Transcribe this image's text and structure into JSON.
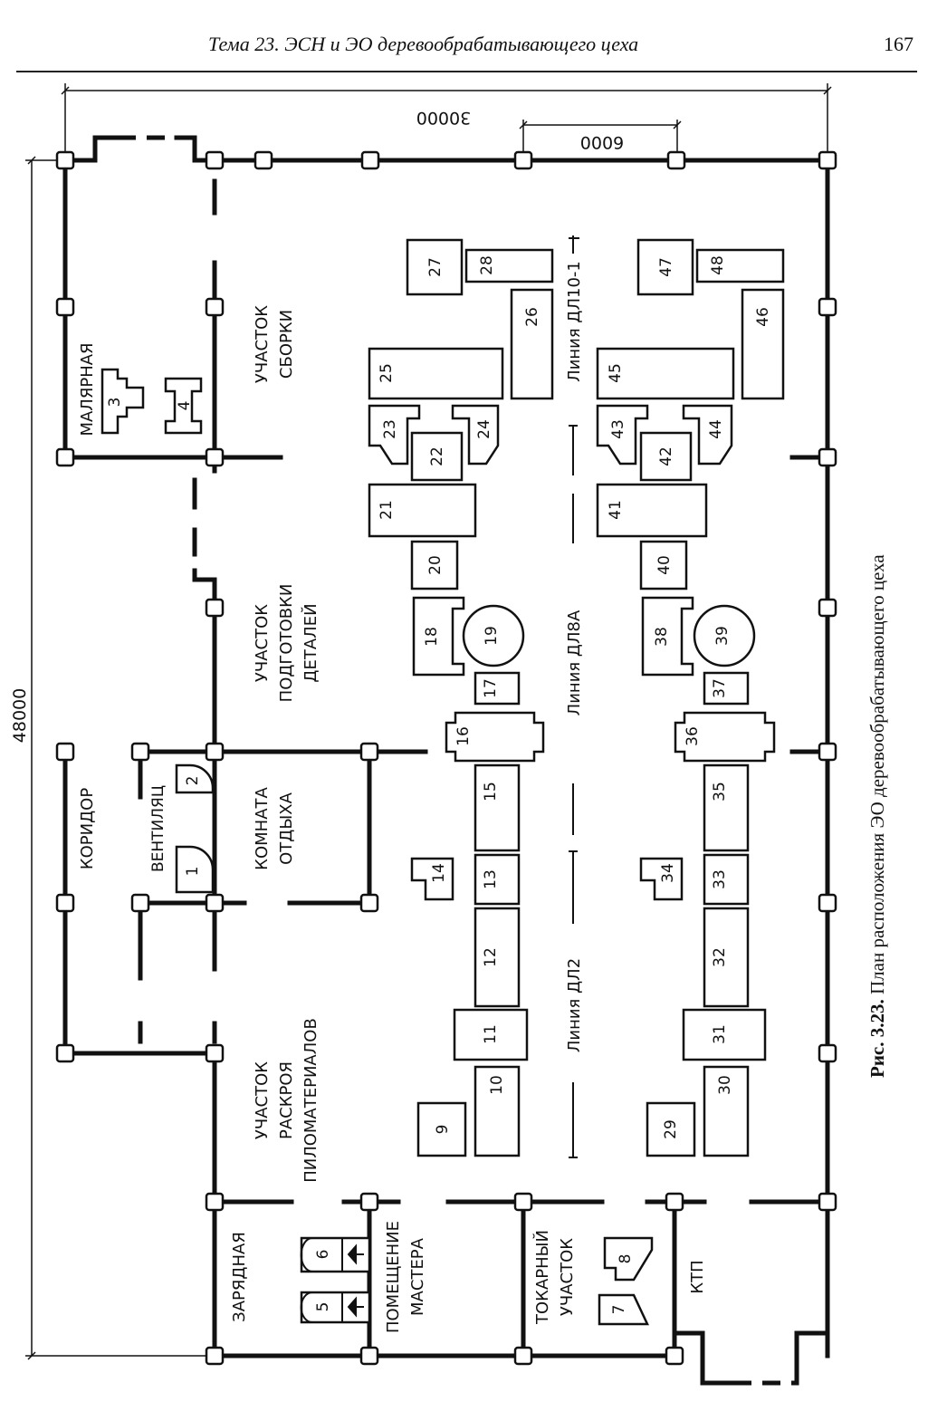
{
  "header": {
    "running_title": "Тема 23. ЭСН и ЭО деревообрабатывающего цеха",
    "page_number": "167"
  },
  "dimensions": {
    "width_total": "30000",
    "column_step": "6000",
    "length_total": "48000"
  },
  "rooms": {
    "painting": "МАЛЯРНАЯ",
    "assembly": [
      "УЧАСТОК",
      "СБОРКИ"
    ],
    "parts_prep": [
      "УЧАСТОК",
      "ПОДГОТОВКИ",
      "ДЕТАЛЕЙ"
    ],
    "corridor": "КОРИДОР",
    "ventilation": "ВЕНТИЛЯЦ",
    "rest_room": [
      "КОМНАТА",
      "ОТДЫХА"
    ],
    "lumber_cutting": [
      "УЧАСТОК",
      "РАСКРОЯ",
      "ПИЛОМАТЕРИАЛОВ"
    ],
    "charging": "ЗАРЯДНАЯ",
    "foreman": [
      "ПОМЕЩЕНИЕ",
      "МАСТЕРА"
    ],
    "turning": [
      "ТОКАРНЫЙ",
      "УЧАСТОК"
    ],
    "substation": "КТП"
  },
  "lines": {
    "line_dl2": "Линия  ДЛ2",
    "line_dl8a": "Линия  ДЛ8А",
    "line_dl10": "Линия  ДЛ10-1"
  },
  "equipment_numbers": [
    "1",
    "2",
    "3",
    "4",
    "5",
    "6",
    "7",
    "8",
    "9",
    "10",
    "11",
    "12",
    "13",
    "14",
    "15",
    "16",
    "17",
    "18",
    "19",
    "20",
    "21",
    "22",
    "23",
    "24",
    "25",
    "26",
    "27",
    "28",
    "29",
    "30",
    "31",
    "32",
    "33",
    "34",
    "35",
    "36",
    "37",
    "38",
    "39",
    "40",
    "41",
    "42",
    "43",
    "44",
    "45",
    "46",
    "47",
    "48"
  ],
  "caption": {
    "label": "Рис. 3.23.",
    "text": "План расположения ЭО деревообрабатывающего цеха"
  }
}
